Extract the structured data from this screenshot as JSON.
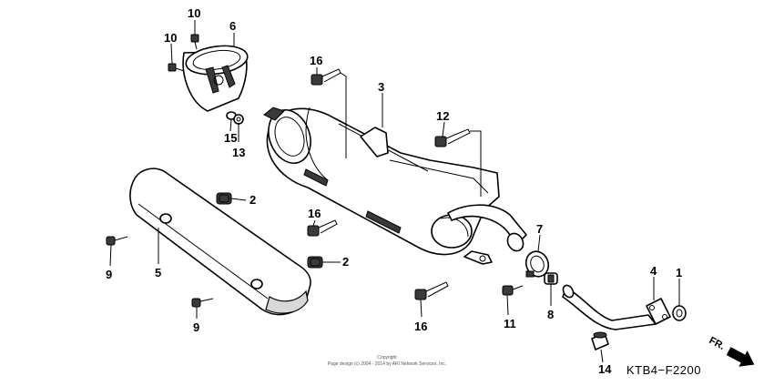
{
  "diagram_code": "KTB4−F2200",
  "direction_label": "FR.",
  "copyright": {
    "line1": "Copyright",
    "line2": "Page design (c) 2004 - 2014 by ARI Network Services, Inc."
  },
  "callouts": {
    "c1": "1",
    "c2a": "2",
    "c2b": "2",
    "c3": "3",
    "c4": "4",
    "c5": "5",
    "c6": "6",
    "c7": "7",
    "c8": "8",
    "c9a": "9",
    "c9b": "9",
    "c10a": "10",
    "c10b": "10",
    "c11": "11",
    "c12": "12",
    "c13": "13",
    "c14": "14",
    "c15": "15",
    "c16a": "16",
    "c16b": "16",
    "c16c": "16"
  }
}
